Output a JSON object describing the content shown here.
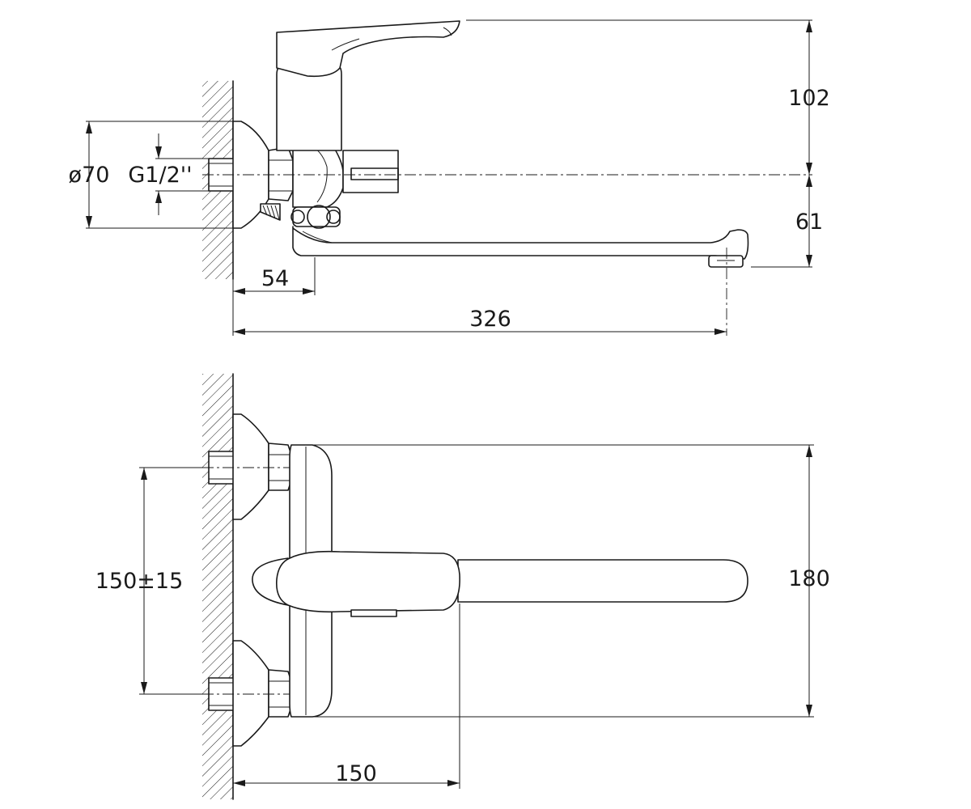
{
  "dimensions": {
    "side_view": {
      "height_lever_above_axis": "102",
      "height_axis_to_spout": "61",
      "flange_diameter": "ø70",
      "thread": "G1/2''",
      "wall_to_body": "54",
      "wall_to_spout_outlet": "326"
    },
    "top_view": {
      "inlet_spacing": "150±15",
      "body_width": "180",
      "wall_to_lever": "150"
    }
  },
  "colors": {
    "line": "#1a1a1a",
    "background": "#ffffff"
  }
}
